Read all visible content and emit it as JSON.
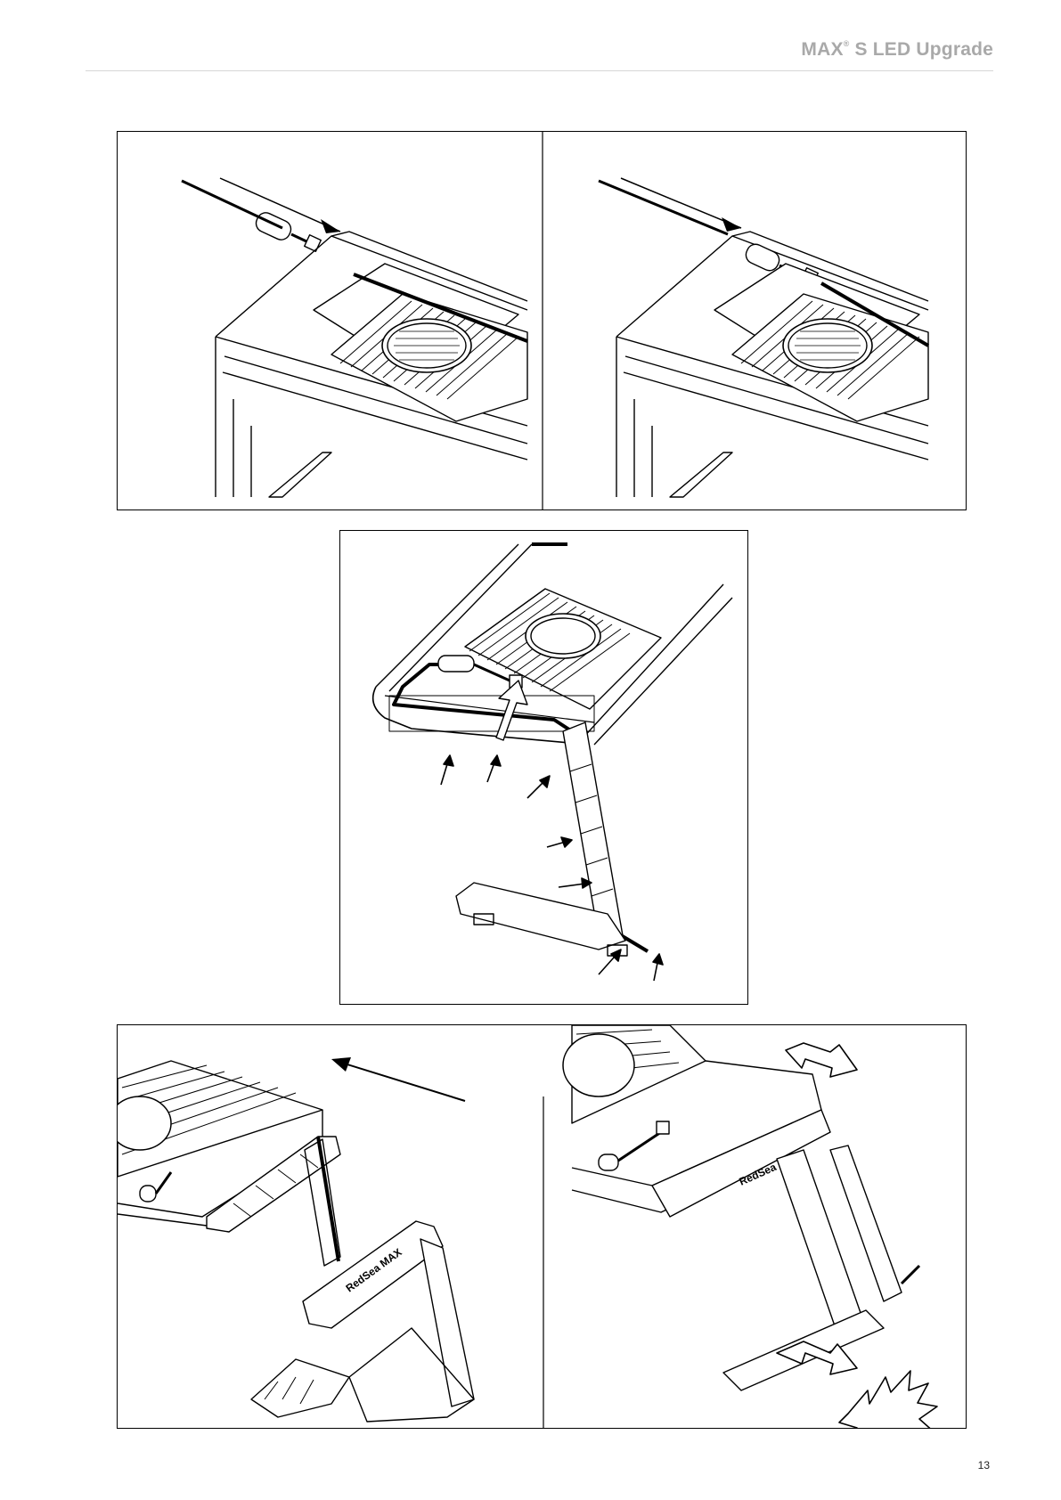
{
  "header": {
    "title": "MAX",
    "reg_mark": "®",
    "title_rest": " S LED Upgrade"
  },
  "figure_top": {
    "left_brand": "",
    "right_brand": ""
  },
  "figure_bottom": {
    "left_brand": "RedSea MAX",
    "right_brand": "RedSea MAX"
  },
  "footer": {
    "page_number": "13"
  }
}
